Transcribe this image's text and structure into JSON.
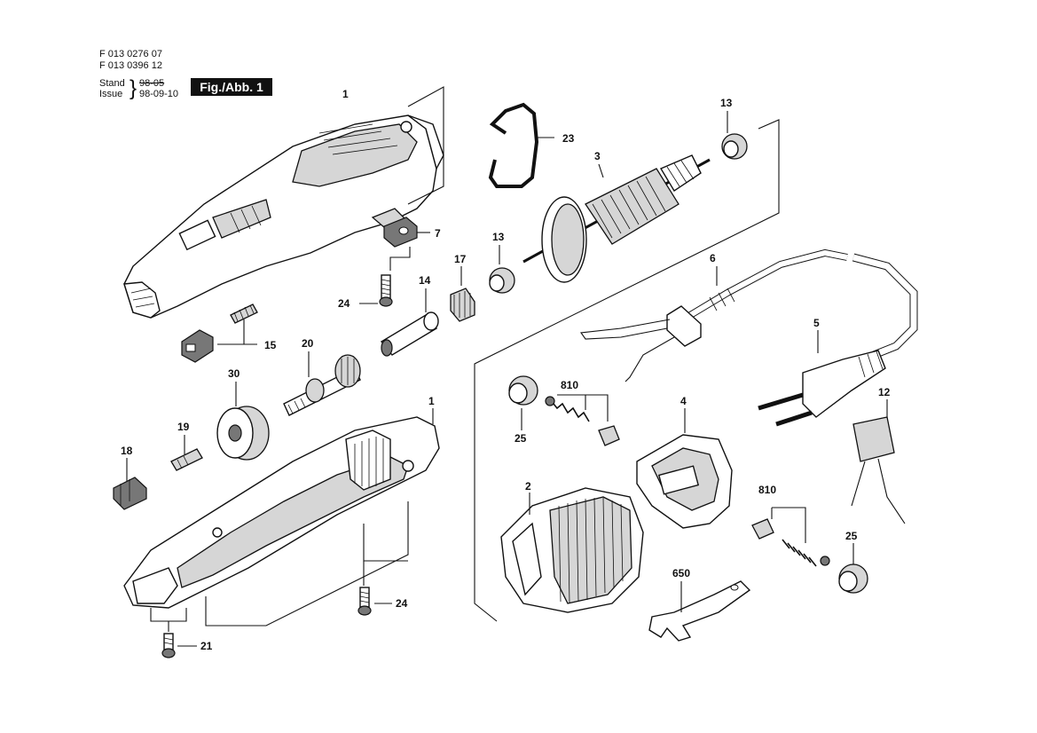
{
  "header": {
    "doc_number_1": "F 013 0276 07",
    "doc_number_2": "F 013 0396 12",
    "stand_label": "Stand",
    "stand_date_struck": "98-05",
    "issue_label": "Issue",
    "issue_date": "98-09-10",
    "figure_label": "Fig./Abb. 1"
  },
  "callouts": {
    "c1_top": "1",
    "c23": "23",
    "c3": "3",
    "c13_top": "13",
    "c7": "7",
    "c13_mid": "13",
    "c17": "17",
    "c14": "14",
    "c24_top": "24",
    "c15": "15",
    "c20": "20",
    "c6": "6",
    "c5": "5",
    "c30": "30",
    "c19": "19",
    "c18": "18",
    "c1_bottom": "1",
    "c810_top": "810",
    "c4": "4",
    "c25_left": "25",
    "c12": "12",
    "c2": "2",
    "c810_right": "810",
    "c25_right": "25",
    "c650": "650",
    "c24_bottom": "24",
    "c21": "21"
  }
}
